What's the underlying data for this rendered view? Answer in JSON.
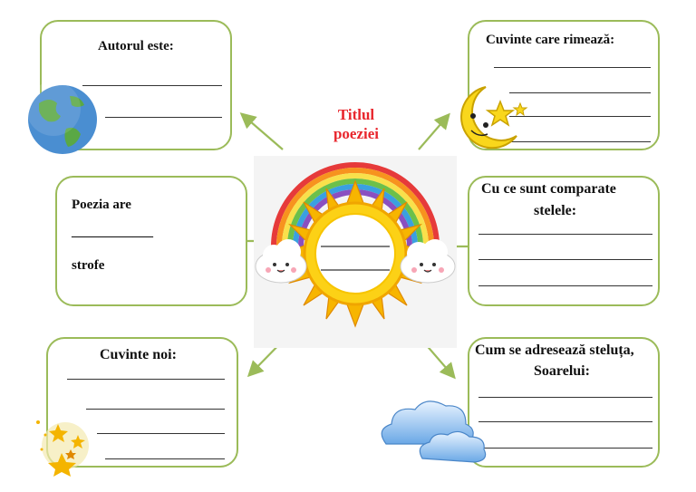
{
  "center": {
    "title_line1": "Titlul",
    "title_line2": "poeziei"
  },
  "cards": {
    "author": {
      "label": "Autorul este:"
    },
    "rhymes": {
      "label": "Cuvinte care rimează:"
    },
    "stanzas": {
      "label_top": "Poezia are",
      "blank": "____________",
      "label_bottom": "strofe"
    },
    "compared": {
      "label_line1": "Cu ce sunt comparate",
      "label_line2": "stelele:"
    },
    "new_words": {
      "label": "Cuvinte noi:"
    },
    "address": {
      "label_line1": "Cum se adresează steluța,",
      "label_line2": "Soarelui:"
    }
  },
  "colors": {
    "border": "#9bbb59",
    "arrow": "#9bbb59",
    "title": "#e8262d"
  }
}
